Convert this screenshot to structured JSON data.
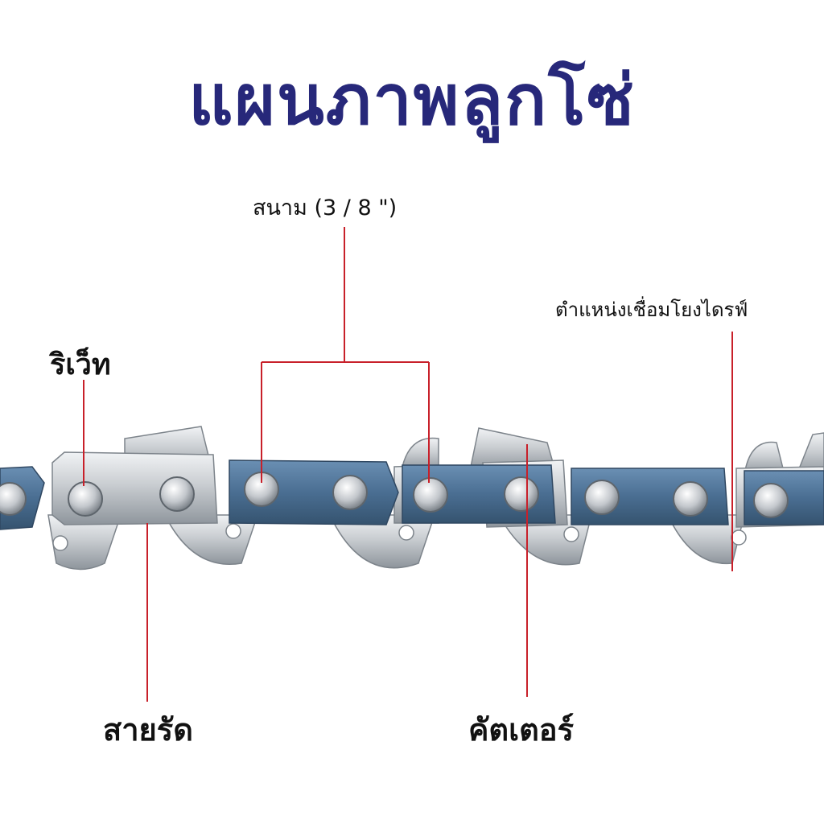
{
  "title": "แผนภาพลูกโซ่",
  "labels": {
    "pitch": "สนาม (3 / 8 \")",
    "drive_link_position": "ตำแหน่งเชื่อมโยงไดรฟ์",
    "rivet": "ริเว็ท",
    "strap": "สายรัด",
    "cutter": "คัตเตอร์"
  },
  "colors": {
    "title": "#27287a",
    "leader_line": "#c8202a",
    "blue_link": "#4a6e92",
    "steel": "#c9cdd1",
    "text": "#111111"
  }
}
